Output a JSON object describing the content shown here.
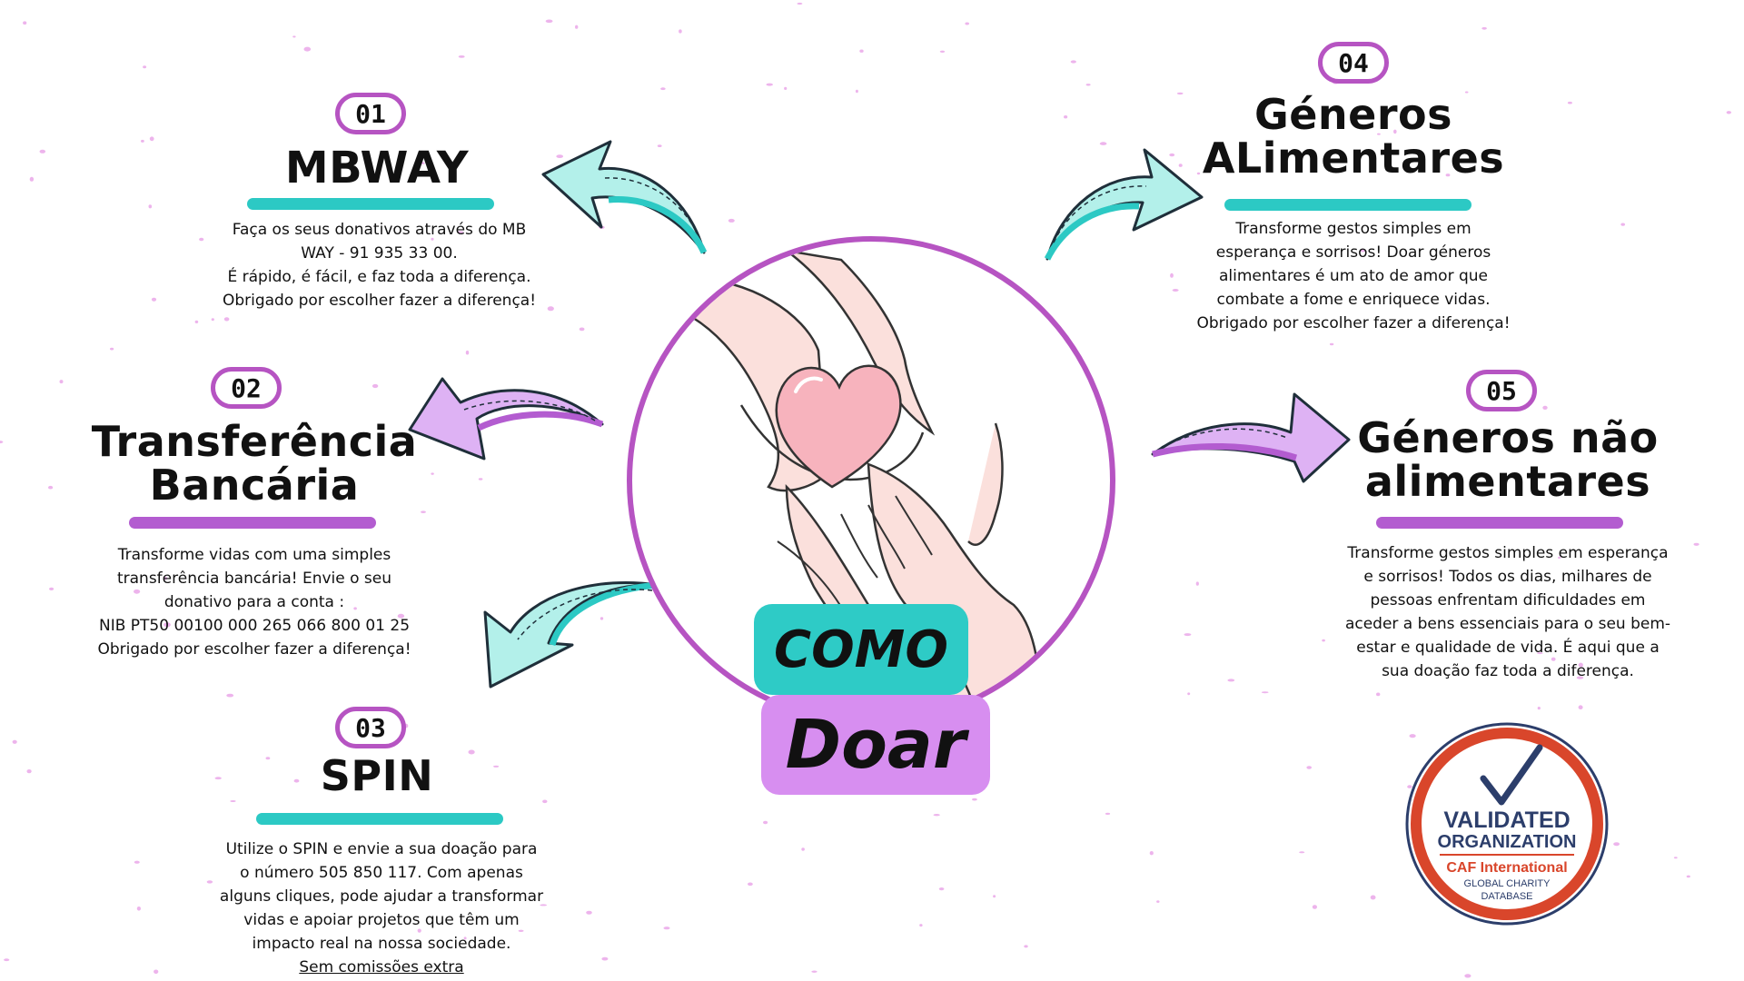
{
  "center": {
    "como": "COMO",
    "doar": "Doar"
  },
  "sections": [
    {
      "number": "01",
      "title": [
        "MBWAY"
      ],
      "desc": [
        "Faça os seus donativos através do MB",
        "WAY - 91 935 33 00.",
        "É rápido, é fácil, e faz toda a diferença.",
        "Obrigado por escolher fazer a diferença!"
      ]
    },
    {
      "number": "02",
      "title": [
        "Transferência",
        "Bancária"
      ],
      "desc": [
        "Transforme vidas com uma simples",
        "transferência bancária! Envie o seu",
        "donativo para a conta :",
        "NIB PT50 00100 000 265 066 800 01 25",
        "Obrigado por escolher fazer a diferença!"
      ]
    },
    {
      "number": "03",
      "title": [
        "SPIN"
      ],
      "desc": [
        "Utilize o SPIN e envie a sua doação para",
        "o número 505 850 117.  Com apenas",
        "alguns cliques, pode ajudar a transformar",
        "vidas e apoiar projetos que têm um",
        "impacto real na nossa sociedade."
      ],
      "note": "Sem comissões extra"
    },
    {
      "number": "04",
      "title": [
        "Géneros",
        "ALimentares"
      ],
      "desc": [
        "Transforme gestos simples em",
        "esperança e sorrisos! Doar géneros",
        "alimentares é um ato de amor que",
        "combate a fome e enriquece vidas.",
        "Obrigado por escolher fazer a diferença!"
      ]
    },
    {
      "number": "05",
      "title": [
        "Géneros não",
        "alimentares"
      ],
      "desc": [
        "Transforme gestos simples em esperança",
        "e sorrisos! Todos os dias, milhares de",
        "pessoas enfrentam dificuldades em",
        "aceder a bens essenciais para o seu bem-",
        "estar e qualidade de vida. É aqui que a",
        "sua doação faz toda a diferença."
      ]
    }
  ],
  "badge": {
    "line1": "VALIDATED",
    "line2": "ORGANIZATION",
    "line3": "CAF International",
    "line4": "GLOBAL CHARITY",
    "line5": "DATABASE"
  },
  "colors": {
    "teal": "#2cc9c4",
    "purple": "#b654c2",
    "lavender": "#d78ef0",
    "badge_red": "#d9462b",
    "badge_navy": "#2c3e6b"
  },
  "icons": [
    "hands-heart-illustration",
    "curved-arrow-icon",
    "checkmark-icon"
  ]
}
